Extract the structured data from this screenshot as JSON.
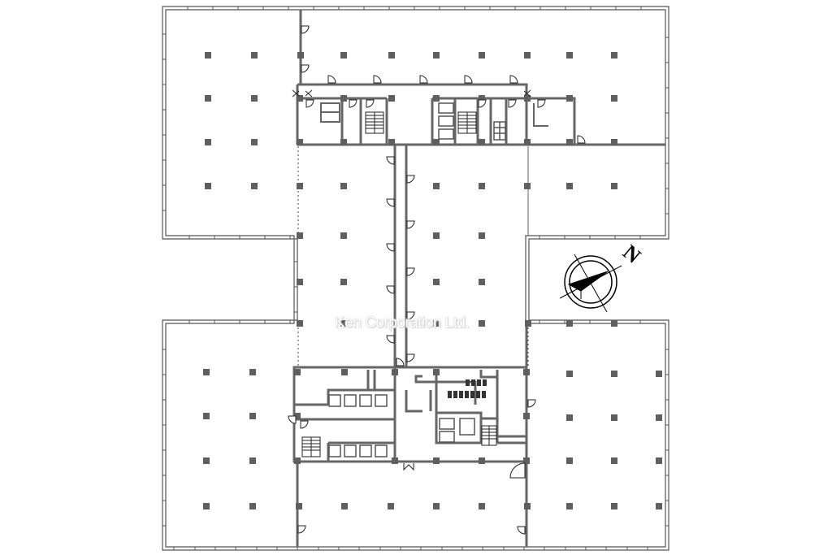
{
  "drawing": {
    "type": "office floor plan",
    "watermark": "Ken Corporation Ltd.",
    "compass": {
      "label": "N",
      "icon": "north-arrow-compass"
    },
    "colors": {
      "wall": "#666666",
      "column": "#5f5f5f",
      "outline": "#555555",
      "background": "#ffffff",
      "watermark_shadow": "#c8c8c8"
    },
    "zones": [
      {
        "name": "northwest-office-wing"
      },
      {
        "name": "northeast-office-wing"
      },
      {
        "name": "central-north-core"
      },
      {
        "name": "central-corridor-west"
      },
      {
        "name": "central-corridor-east"
      },
      {
        "name": "central-south-core"
      },
      {
        "name": "southwest-office-wing"
      },
      {
        "name": "southeast-office-wing"
      },
      {
        "name": "south-office-area"
      }
    ],
    "core_elements": {
      "north_core": [
        "stairwell-west",
        "stairwell-east",
        "elevator-bank-3",
        "restroom-stalls",
        "utility-rooms"
      ],
      "south_core": [
        "stairwell-west",
        "stairwell-east",
        "elevator-bank-upper-4",
        "elevator-bank-lower-4",
        "freight-elevators-2",
        "restroom-fixtures",
        "main-entrance-double-door"
      ]
    }
  }
}
